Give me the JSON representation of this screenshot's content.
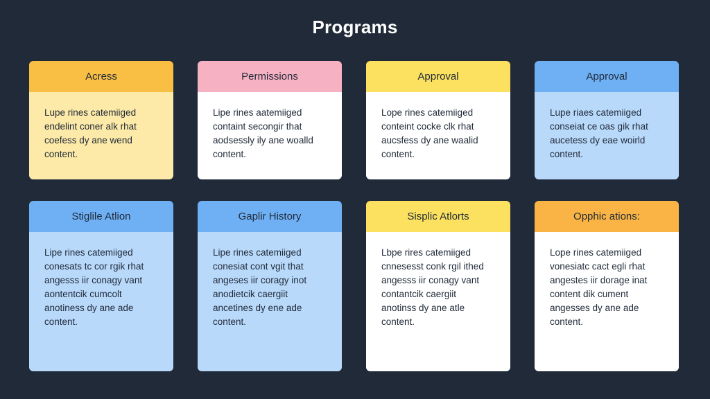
{
  "page": {
    "title": "Programs"
  },
  "cards": [
    {
      "title": "Acress",
      "header_color": "#f9bf45",
      "body_color": "#fdeaa8",
      "lines": [
        "Lupe rines catemiiged",
        "endelint coner alk rhat",
        "coefess dy ane wend",
        "content."
      ]
    },
    {
      "title": "Permissions",
      "header_color": "#f6b1c3",
      "body_color": "#ffffff",
      "lines": [
        "Lipe rines aatemiiged",
        "containt secongir that",
        "aodsessly ily ane woalld",
        "content."
      ]
    },
    {
      "title": "Approval",
      "header_color": "#fbe15f",
      "body_color": "#ffffff",
      "lines": [
        "Lope rines catemiiged",
        "conteint cocke clk rhat",
        "aucsfess dy ane waalid",
        "content."
      ]
    },
    {
      "title": "Approval",
      "header_color": "#6fb0f5",
      "body_color": "#b9d9fb",
      "lines": [
        "Lupe riaes catemiiged",
        "conseiat ce oas gik rhat",
        "aucetess dy eae woirld",
        "content."
      ]
    },
    {
      "title": "Stiglile Atlion",
      "header_color": "#6fb0f5",
      "body_color": "#b9d9fb",
      "lines": [
        "Lipe rines catemiiged",
        "conesats tc cor rgik rhat",
        "angesss iir conagy vant",
        "aontentcik cumcolt",
        "anotiness dy ane ade",
        "content."
      ]
    },
    {
      "title": "Gaplir History",
      "header_color": "#6fb0f5",
      "body_color": "#b9d9fb",
      "lines": [
        "Lipe rines catemiiged",
        "conesiat cont vgit that",
        "angeses iir coragy inot",
        "anodietcik caergiit",
        "ancetines dy ene ade",
        "content."
      ]
    },
    {
      "title": "Sisplic Atlorts",
      "header_color": "#fbe15f",
      "body_color": "#ffffff",
      "lines": [
        "Lbpe rires catemiiged",
        "cnnesesst conk rgil ithed",
        "angesss iir conagy vant",
        "contantcik caergiit",
        "anotinss dy ane atle",
        "content."
      ]
    },
    {
      "title": "Opphic ations:",
      "header_color": "#f9b445",
      "body_color": "#ffffff",
      "lines": [
        "Lope rines catemiiged",
        "vonesiatc cact egli rhat",
        "angestes iir dorage inat",
        "content dik cument",
        "angesses dy ane ade",
        "content."
      ]
    }
  ]
}
